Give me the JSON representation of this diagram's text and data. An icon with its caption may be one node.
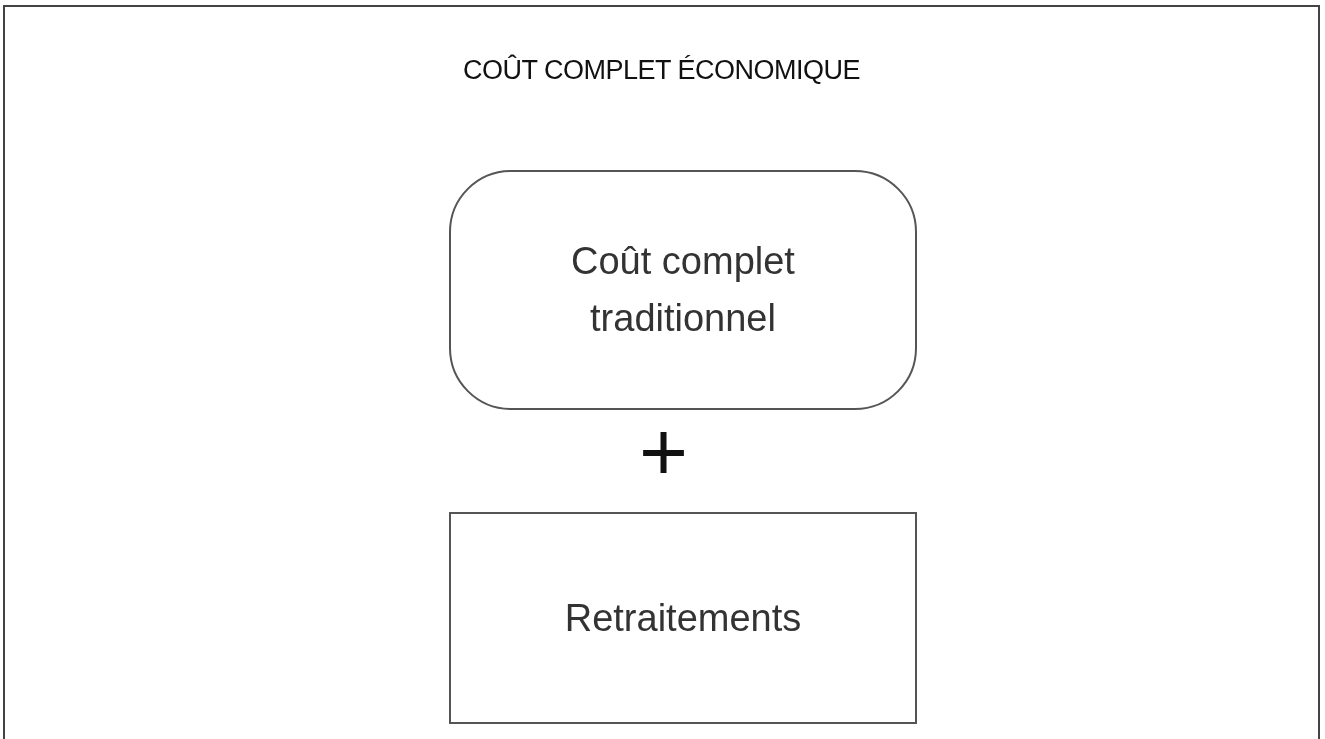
{
  "diagram": {
    "nodes": [
      {
        "text": [
          "COÛT COMPLET ÉCONOMIQUE"
        ]
      },
      {
        "text": [
          "Coût complet traditionnel"
        ],
        "in": 0
      },
      {
        "text": [
          "Retraitements"
        ],
        "in": 0
      }
    ],
    "labels": [
      "+"
    ]
  }
}
